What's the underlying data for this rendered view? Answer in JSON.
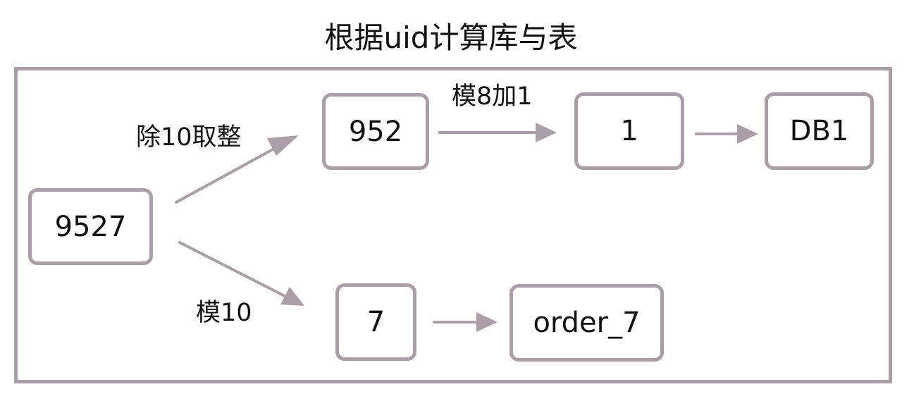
{
  "title": "根据uid计算库与表",
  "nodes": {
    "uid": "9527",
    "div10": "952",
    "mod8": "1",
    "db": "DB1",
    "mod10": "7",
    "table": "order_7"
  },
  "edges": {
    "uid_to_div10": "除10取整",
    "div10_to_mod8": "模8加1",
    "uid_to_mod10": "模10"
  },
  "colors": {
    "border": "#ac9ea8",
    "arrow": "#ac9ea8",
    "text": "#111111"
  }
}
